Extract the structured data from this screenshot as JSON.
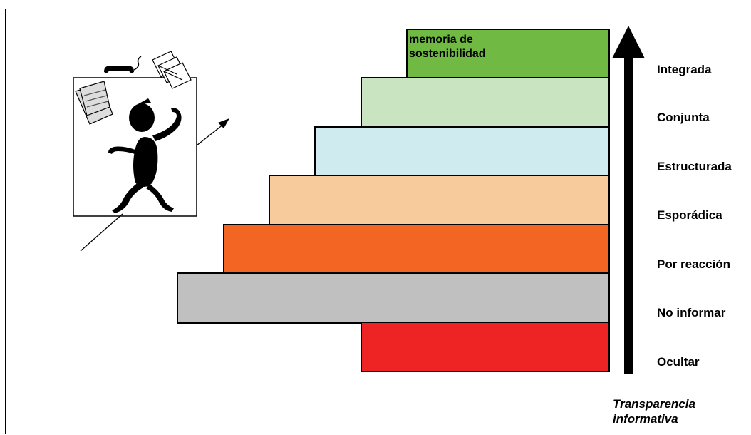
{
  "memoria_label": "memoria de sostenibilidad",
  "levels": [
    {
      "label": "Integrada",
      "color": "#c9e4c1"
    },
    {
      "label": "Conjunta",
      "color": "#c9e4c1"
    },
    {
      "label": "Estructurada",
      "color": "#d0ebef"
    },
    {
      "label": "Esporádica",
      "color": "#f8cb9d"
    },
    {
      "label": "Por reacción",
      "color": "#f26522"
    },
    {
      "label": "No informar",
      "color": "#c0c0c0"
    },
    {
      "label": "Ocultar",
      "color": "#ee2424"
    }
  ],
  "memoria_color": "#70b943",
  "axis_caption_line1": "Transparencia",
  "axis_caption_line2": "informativa"
}
